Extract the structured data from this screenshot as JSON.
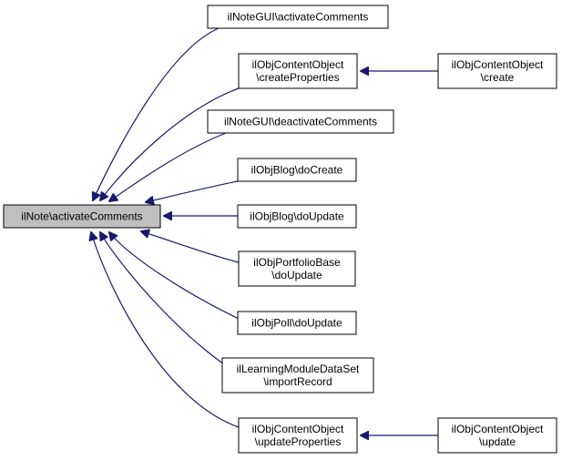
{
  "nodes": {
    "root": {
      "lines": [
        "ilNote\\activateComments"
      ],
      "fill": "#bfbfbf"
    },
    "activate": {
      "lines": [
        "ilNoteGUI\\activateComments"
      ],
      "fill": "#ffffff"
    },
    "createProps": {
      "lines": [
        "ilObjContentObject",
        "\\createProperties"
      ],
      "fill": "#ffffff"
    },
    "createContent": {
      "lines": [
        "ilObjContentObject",
        "\\create"
      ],
      "fill": "#ffffff"
    },
    "deactivate": {
      "lines": [
        "ilNoteGUI\\deactivateComments"
      ],
      "fill": "#ffffff"
    },
    "blogCreate": {
      "lines": [
        "ilObjBlog\\doCreate"
      ],
      "fill": "#ffffff"
    },
    "blogUpdate": {
      "lines": [
        "ilObjBlog\\doUpdate"
      ],
      "fill": "#ffffff"
    },
    "portfolio": {
      "lines": [
        "ilObjPortfolioBase",
        "\\doUpdate"
      ],
      "fill": "#ffffff"
    },
    "poll": {
      "lines": [
        "ilObjPoll\\doUpdate"
      ],
      "fill": "#ffffff"
    },
    "learning": {
      "lines": [
        "ilLearningModuleDataSet",
        "\\importRecord"
      ],
      "fill": "#ffffff"
    },
    "updateProps": {
      "lines": [
        "ilObjContentObject",
        "\\updateProperties"
      ],
      "fill": "#ffffff"
    },
    "updateContent": {
      "lines": [
        "ilObjContentObject",
        "\\update"
      ],
      "fill": "#ffffff"
    }
  },
  "edges": [
    {
      "from": "activate",
      "to": "root"
    },
    {
      "from": "createProps",
      "to": "root"
    },
    {
      "from": "deactivate",
      "to": "root"
    },
    {
      "from": "blogCreate",
      "to": "root"
    },
    {
      "from": "blogUpdate",
      "to": "root"
    },
    {
      "from": "portfolio",
      "to": "root"
    },
    {
      "from": "poll",
      "to": "root"
    },
    {
      "from": "learning",
      "to": "root"
    },
    {
      "from": "updateProps",
      "to": "root"
    },
    {
      "from": "createContent",
      "to": "createProps"
    },
    {
      "from": "updateContent",
      "to": "updateProps"
    }
  ],
  "colors": {
    "edge": "#191970",
    "border": "#000000"
  }
}
